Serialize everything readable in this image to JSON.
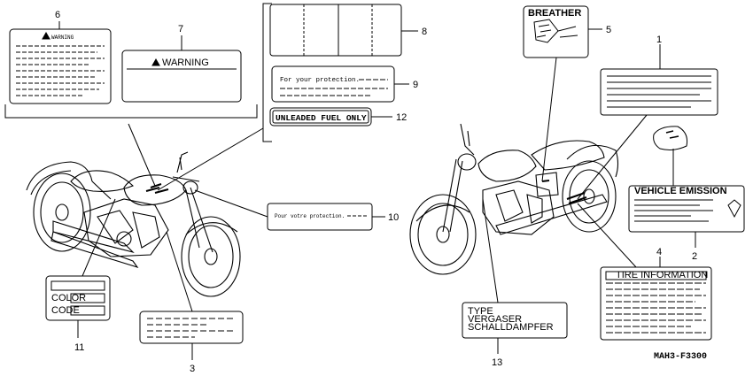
{
  "diagram": {
    "code": "MAH3-F3300",
    "callouts": [
      "1",
      "2",
      "3",
      "4",
      "5",
      "6",
      "7",
      "8",
      "9",
      "10",
      "11",
      "12",
      "13"
    ]
  },
  "labels": {
    "warning_small": "WARNING",
    "warning_large": "WARNING",
    "protection_en": "For your protection.",
    "protection_fr": "Pour votre protection.",
    "unleaded": "UNLEADED FUEL ONLY",
    "breather": "BREATHER",
    "vehicle_emission": "VEHICLE EMISSION",
    "tire_info": "TIRE  INFORMATION",
    "color": "COLOR",
    "code": "CODE",
    "type": "TYPE",
    "vergaser": "VERGASER",
    "schalldampfer": "SCHALLDAMPFER"
  }
}
